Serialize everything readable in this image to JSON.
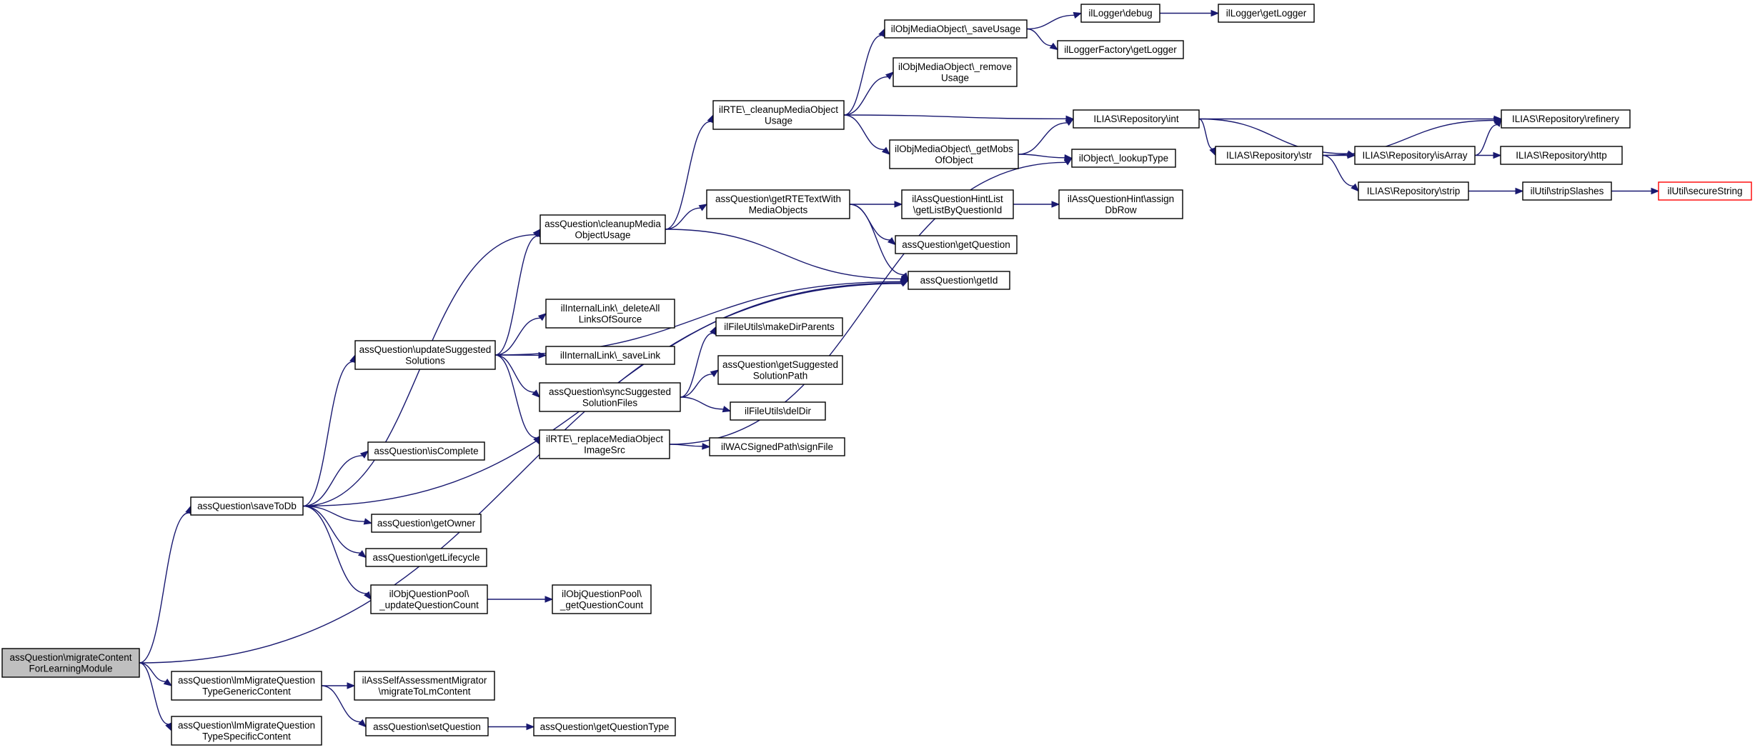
{
  "graph": {
    "colors": {
      "edge": "#191970",
      "node_border": "#000000",
      "root_fill": "#bfbfbf",
      "highlight_border": "#ff0000"
    },
    "nodes": [
      {
        "id": "root",
        "lines": [
          "assQuestion\\migrateContent",
          "ForLearningModule"
        ]
      },
      {
        "id": "saveToDb",
        "lines": [
          "assQuestion\\saveToDb"
        ]
      },
      {
        "id": "lmMigrateGeneric",
        "lines": [
          "assQuestion\\lmMigrateQuestion",
          "TypeGenericContent"
        ]
      },
      {
        "id": "lmMigrateSpecific",
        "lines": [
          "assQuestion\\lmMigrateQuestion",
          "TypeSpecificContent"
        ]
      },
      {
        "id": "selfAssessMigrator",
        "lines": [
          "ilAssSelfAssessmentMigrator",
          "\\migrateToLmContent"
        ]
      },
      {
        "id": "setQuestion",
        "lines": [
          "assQuestion\\setQuestion"
        ]
      },
      {
        "id": "getQuestionType",
        "lines": [
          "assQuestion\\getQuestionType"
        ]
      },
      {
        "id": "cleanupMedia",
        "lines": [
          "assQuestion\\cleanupMedia",
          "ObjectUsage"
        ]
      },
      {
        "id": "updateSuggested",
        "lines": [
          "assQuestion\\updateSuggested",
          "Solutions"
        ]
      },
      {
        "id": "isComplete",
        "lines": [
          "assQuestion\\isComplete"
        ]
      },
      {
        "id": "getOwner",
        "lines": [
          "assQuestion\\getOwner"
        ]
      },
      {
        "id": "getLifecycle",
        "lines": [
          "assQuestion\\getLifecycle"
        ]
      },
      {
        "id": "updateQuestionCount",
        "lines": [
          "ilObjQuestionPool\\",
          "_updateQuestionCount"
        ]
      },
      {
        "id": "getQuestionCount",
        "lines": [
          "ilObjQuestionPool\\",
          "_getQuestionCount"
        ]
      },
      {
        "id": "rteCleanup",
        "lines": [
          "ilRTE\\_cleanupMediaObject",
          "Usage"
        ]
      },
      {
        "id": "getRTEText",
        "lines": [
          "assQuestion\\getRTETextWith",
          "MediaObjects"
        ]
      },
      {
        "id": "getId",
        "lines": [
          "assQuestion\\getId"
        ]
      },
      {
        "id": "deleteAllLinks",
        "lines": [
          "ilInternalLink\\_deleteAll",
          "LinksOfSource"
        ]
      },
      {
        "id": "saveLink",
        "lines": [
          "ilInternalLink\\_saveLink"
        ]
      },
      {
        "id": "syncSuggested",
        "lines": [
          "assQuestion\\syncSuggested",
          "SolutionFiles"
        ]
      },
      {
        "id": "replaceMediaSrc",
        "lines": [
          "ilRTE\\_replaceMediaObject",
          "ImageSrc"
        ]
      },
      {
        "id": "saveUsage",
        "lines": [
          "ilObjMediaObject\\_saveUsage"
        ]
      },
      {
        "id": "removeUsage",
        "lines": [
          "ilObjMediaObject\\_remove",
          "Usage"
        ]
      },
      {
        "id": "getMobs",
        "lines": [
          "ilObjMediaObject\\_getMobs",
          "OfObject"
        ]
      },
      {
        "id": "hintList",
        "lines": [
          "ilAssQuestionHintList",
          "\\getListByQuestionId"
        ]
      },
      {
        "id": "getQuestion",
        "lines": [
          "assQuestion\\getQuestion"
        ]
      },
      {
        "id": "makeDirParents",
        "lines": [
          "ilFileUtils\\makeDirParents"
        ]
      },
      {
        "id": "getSuggestedPath",
        "lines": [
          "assQuestion\\getSuggested",
          "SolutionPath"
        ]
      },
      {
        "id": "delDir",
        "lines": [
          "ilFileUtils\\delDir"
        ]
      },
      {
        "id": "signFile",
        "lines": [
          "ilWACSignedPath\\signFile"
        ]
      },
      {
        "id": "loggerDebug",
        "lines": [
          "ilLogger\\debug"
        ]
      },
      {
        "id": "loggerFactory",
        "lines": [
          "ilLoggerFactory\\getLogger"
        ]
      },
      {
        "id": "loggerGet",
        "lines": [
          "ilLogger\\getLogger"
        ]
      },
      {
        "id": "repoInt",
        "lines": [
          "ILIAS\\Repository\\int"
        ]
      },
      {
        "id": "lookupType",
        "lines": [
          "ilObject\\_lookupType"
        ]
      },
      {
        "id": "assignDbRow",
        "lines": [
          "ilAssQuestionHint\\assign",
          "DbRow"
        ]
      },
      {
        "id": "repoStr",
        "lines": [
          "ILIAS\\Repository\\str"
        ]
      },
      {
        "id": "repoStrip",
        "lines": [
          "ILIAS\\Repository\\strip"
        ]
      },
      {
        "id": "repoRefinery",
        "lines": [
          "ILIAS\\Repository\\refinery"
        ]
      },
      {
        "id": "repoIsArray",
        "lines": [
          "ILIAS\\Repository\\isArray"
        ]
      },
      {
        "id": "repoHttp",
        "lines": [
          "ILIAS\\Repository\\http"
        ]
      },
      {
        "id": "stripSlashes",
        "lines": [
          "ilUtil\\stripSlashes"
        ]
      },
      {
        "id": "secureString",
        "lines": [
          "ilUtil\\secureString"
        ]
      }
    ]
  }
}
